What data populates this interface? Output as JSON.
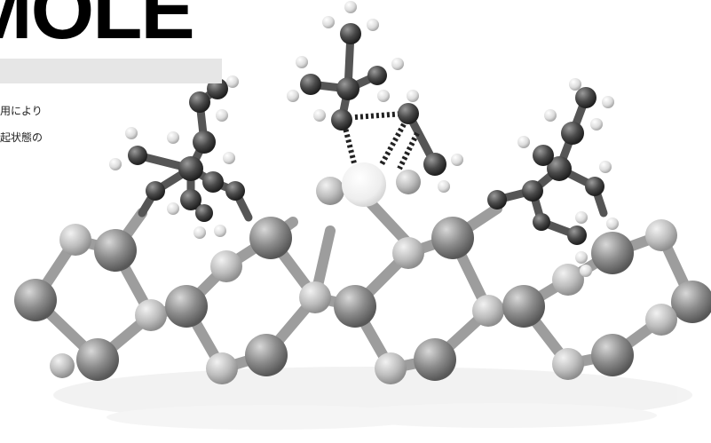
{
  "banner": {
    "title_fragment": "MOLE"
  },
  "caption": {
    "line1": "用により",
    "line2": "起状態の"
  },
  "colors": {
    "background": "#ffffff",
    "dark_atom": "#4a4a4a",
    "medium_atom": "#8c8c8c",
    "light_atom": "#c8c8c8",
    "hydrogen": "#e2e2e2",
    "highlight_atom": "#f2f2f2"
  }
}
